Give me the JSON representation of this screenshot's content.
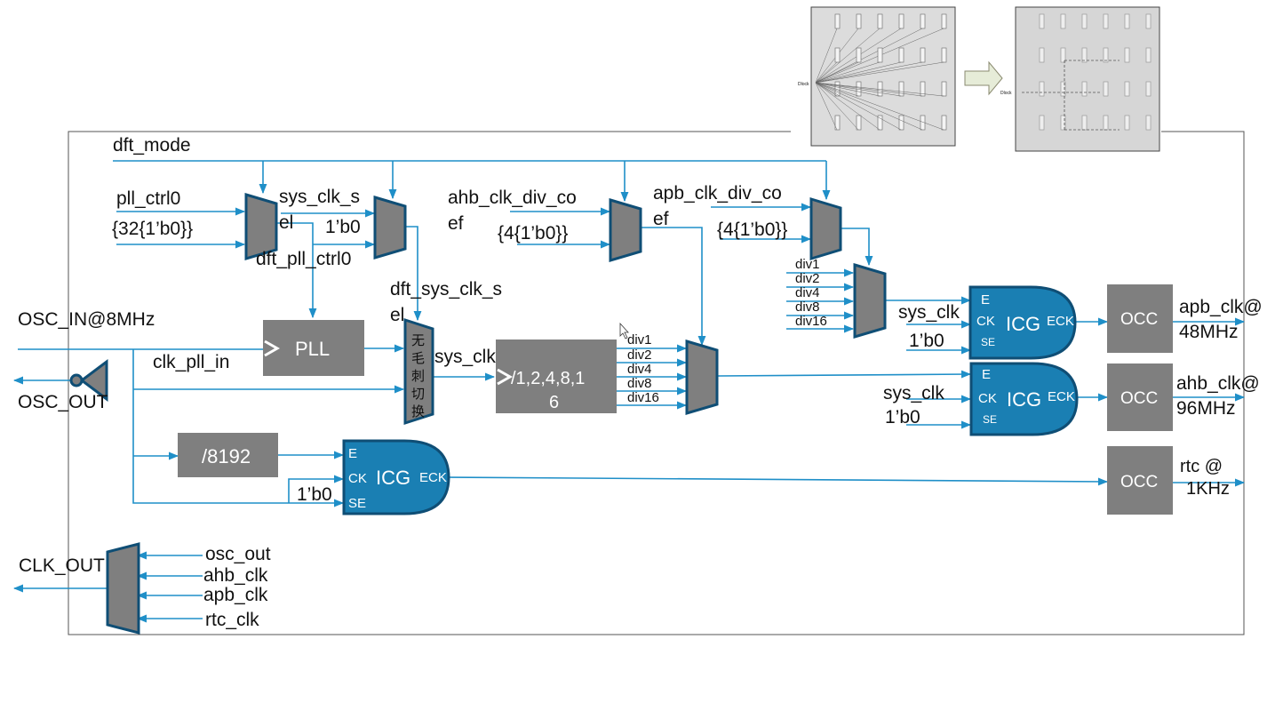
{
  "signals": {
    "dft_mode": "dft_mode",
    "pll_ctrl0": "pll_ctrl0",
    "const32": "{32{1’b0}}",
    "sys_clk_sel_a": "sys_clk_s",
    "sys_clk_sel_b": "el",
    "dft_pll_ctrl0": "dft_pll_ctrl0",
    "one_b0": "1’b0",
    "ahb_div_a": "ahb_clk_div_co",
    "ahb_div_b": "ef",
    "apb_div_a": "apb_clk_div_co",
    "apb_div_b": "ef",
    "const4": "{4{1’b0}}",
    "dft_sys_a": "dft_sys_clk_s",
    "dft_sys_b": "el",
    "osc_in": "OSC_IN@8MHz",
    "osc_out": "OSC_OUT",
    "clk_pll_in": "clk_pll_in",
    "sys_clk": "sys_clk",
    "clk_out": "CLK_OUT",
    "mux_in_osc": "osc_out",
    "mux_in_ahb": "ahb_clk",
    "mux_in_apb": "apb_clk",
    "mux_in_rtc": "rtc_clk"
  },
  "blocks": {
    "pll": "PLL",
    "divider_a": "/1,2,4,8,1",
    "divider_b": "6",
    "div8192": "/8192",
    "occ": "OCC",
    "glitch_free": [
      "无",
      "毛",
      "刺",
      "切",
      "换"
    ]
  },
  "icg": {
    "name": "ICG",
    "e": "E",
    "ck": "CK",
    "se": "SE",
    "eck": "ECK"
  },
  "div_taps": [
    "div1",
    "div2",
    "div4",
    "div8",
    "div16"
  ],
  "outputs": {
    "apb_a": "apb_clk@",
    "apb_b": "48MHz",
    "ahb_a": "ahb_clk@",
    "ahb_b": "96MHz",
    "rtc_a": "rtc @",
    "rtc_b": "1KHz"
  },
  "thumbnail": {
    "clk_tag": "Dlock"
  },
  "colors": {
    "wire": "#1f8fc8",
    "block": "#7f7f7f",
    "icg_fill": "#1a7fb3",
    "icg_border": "#0f4e75"
  }
}
